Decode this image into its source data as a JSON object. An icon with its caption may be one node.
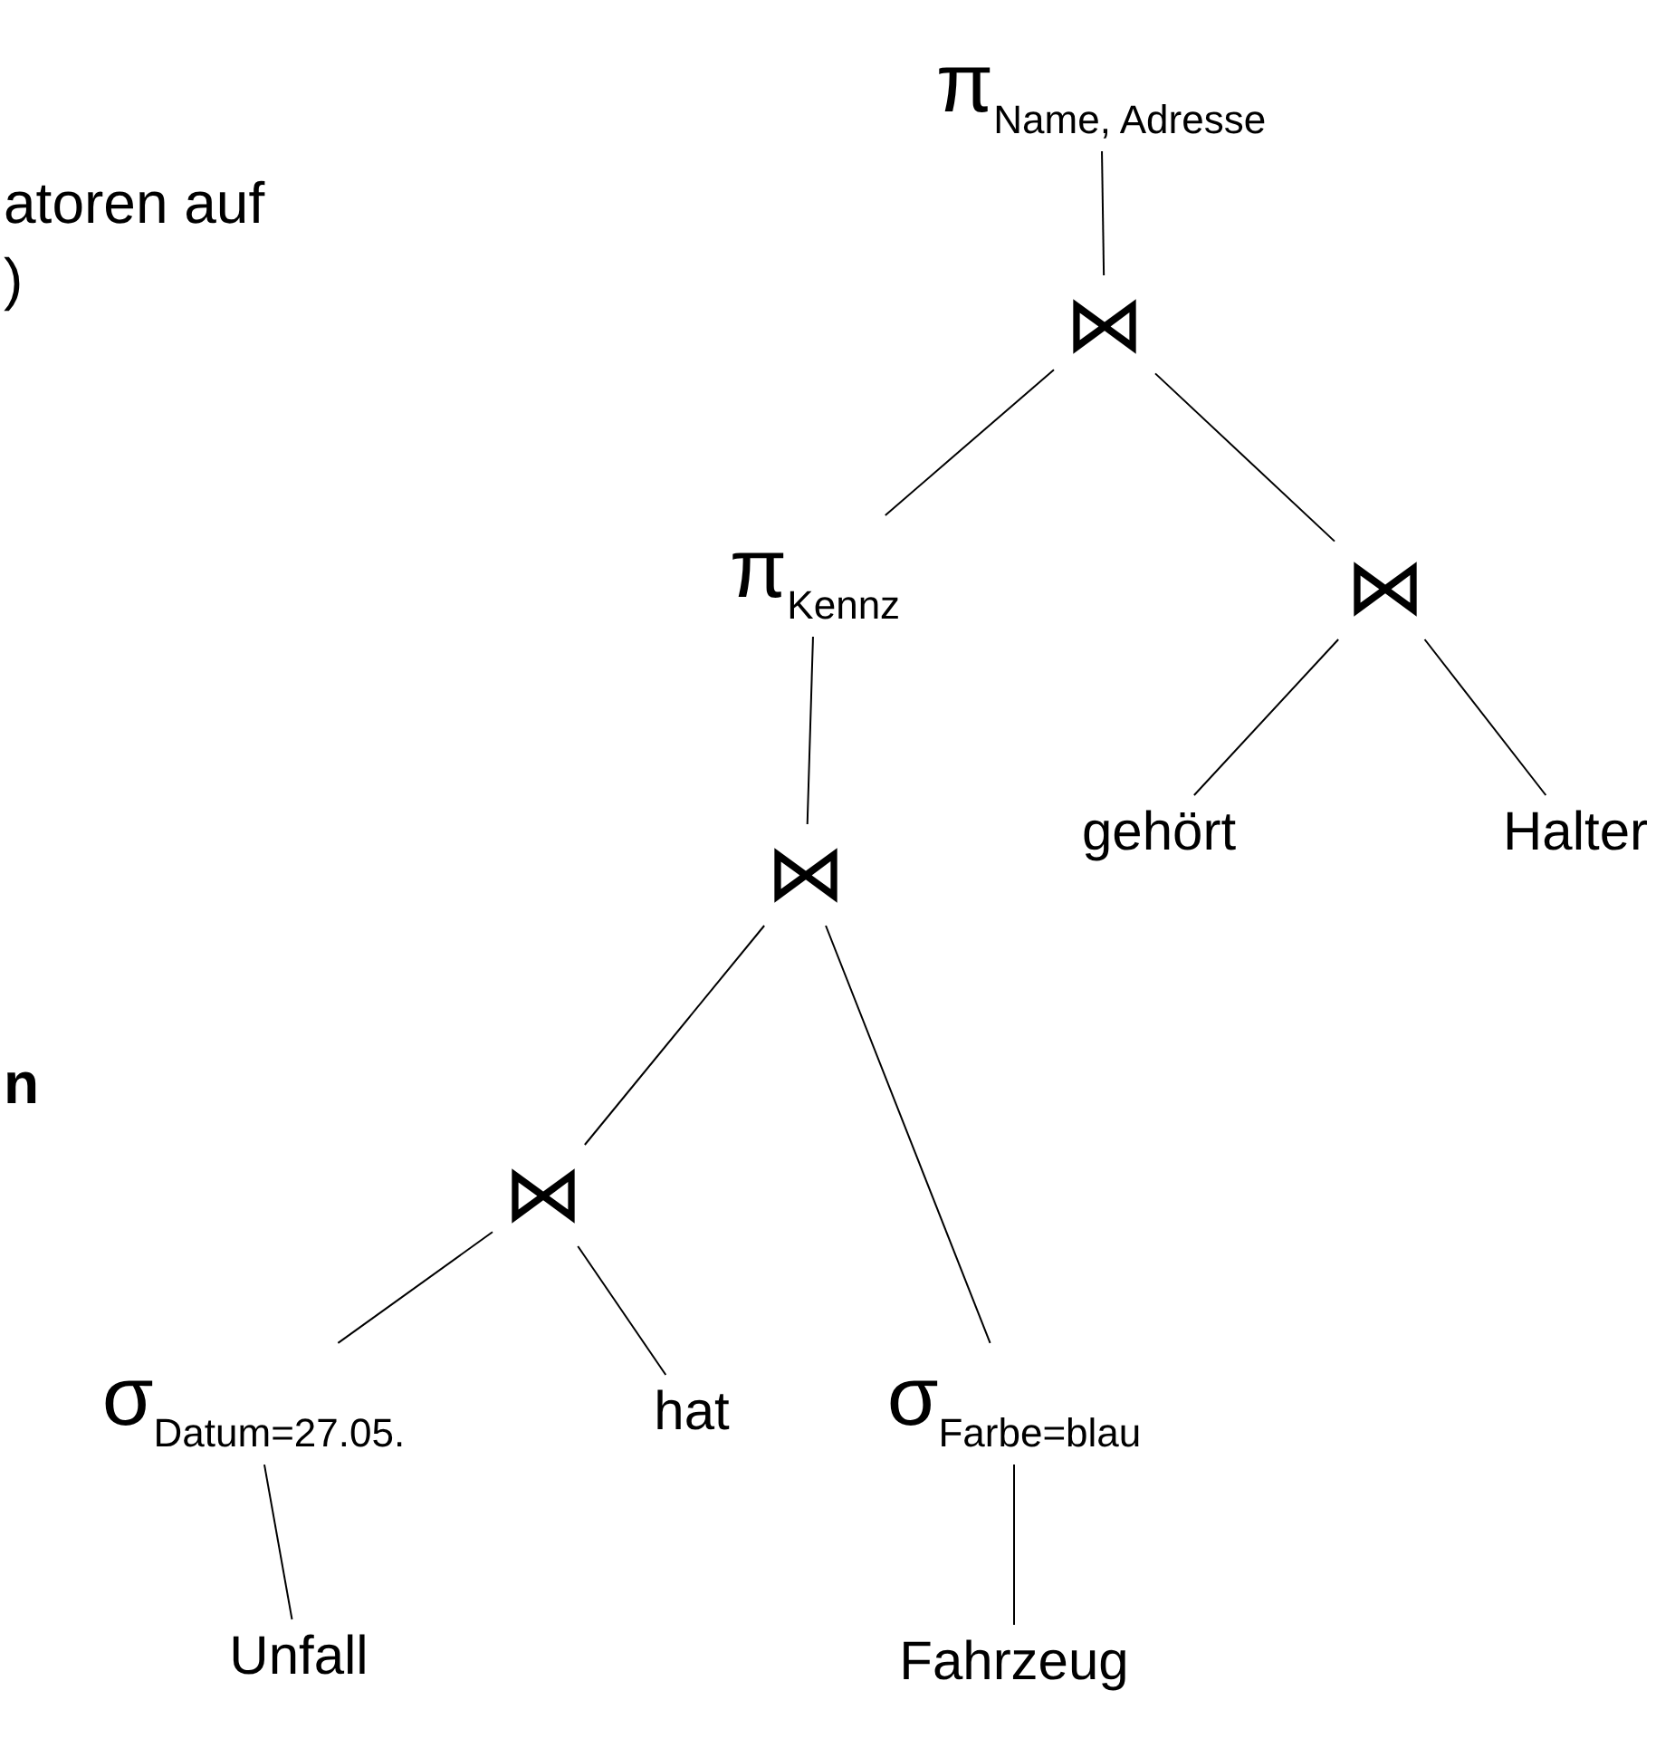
{
  "diagram": {
    "nodes": [
      {
        "text": [
          "π$_{Name, Adresse}$"
        ]
      },
      {
        "text": [
          "⋈"
        ]
      },
      {
        "text": [
          "π$_{Kennz}$"
        ]
      },
      {
        "text": [
          "⋈"
        ]
      },
      {
        "text": [
          "gehört"
        ]
      },
      {
        "text": [
          "Halter"
        ]
      },
      {
        "text": [
          "⋈"
        ]
      },
      {
        "text": [
          "⋈"
        ]
      },
      {
        "text": [
          "σ$_{Datum=27.05.}$"
        ]
      },
      {
        "text": [
          "hat"
        ]
      },
      {
        "text": [
          "σ$_{Farbe=blau}$"
        ]
      },
      {
        "text": [
          "Unfall"
        ]
      },
      {
        "text": [
          "Fahrzeug"
        ]
      }
    ],
    "edges": [
      {
        "from": 0,
        "to": 1,
        "arrow": "none"
      },
      {
        "from": 1,
        "to": 2,
        "arrow": "none"
      },
      {
        "from": 1,
        "to": 3,
        "arrow": "none"
      },
      {
        "from": 3,
        "to": 4,
        "arrow": "none"
      },
      {
        "from": 3,
        "to": 5,
        "arrow": "none"
      },
      {
        "from": 2,
        "to": 6,
        "arrow": "none"
      },
      {
        "from": 6,
        "to": 7,
        "arrow": "none"
      },
      {
        "from": 6,
        "to": 10,
        "arrow": "none"
      },
      {
        "from": 7,
        "to": 8,
        "arrow": "none"
      },
      {
        "from": 7,
        "to": 9,
        "arrow": "none"
      },
      {
        "from": 8,
        "to": 11,
        "arrow": "none"
      },
      {
        "from": 10,
        "to": 12,
        "arrow": "none"
      }
    ],
    "labels": [
      "atoren auf",
      ")",
      "n"
    ]
  }
}
